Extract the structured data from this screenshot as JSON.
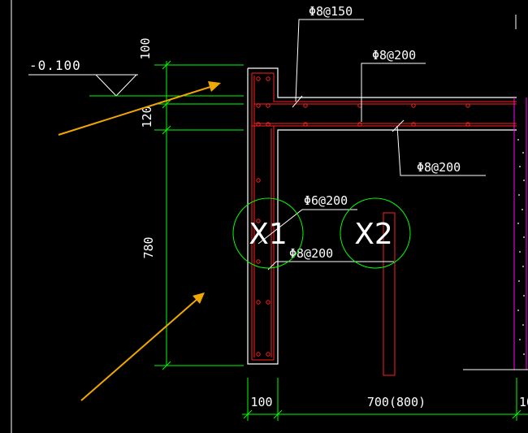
{
  "drawing": {
    "elevation": "-0.100",
    "rebar_top": "Φ8@150",
    "rebar_mid": "Φ8@200",
    "rebar_right": "Φ8@200",
    "rebar_x1": "Φ6@200",
    "rebar_x1b": "Φ8@200",
    "label_x1": "X1",
    "label_x2": "X2",
    "dim_vert_1": "100",
    "dim_vert_2": "120",
    "dim_vert_3": "780",
    "dim_horiz_1": "100",
    "dim_horiz_2": "700(800)",
    "dim_horiz_3": "10"
  },
  "colors": {
    "background": "#000000",
    "dimension": "#00ff00",
    "concrete": "#ffffff",
    "rebar": "#ff2020",
    "annotation": "#ffffff",
    "section_circle": "#00ff00",
    "arrow": "#f0a800",
    "hatch": "#ff00ff"
  }
}
